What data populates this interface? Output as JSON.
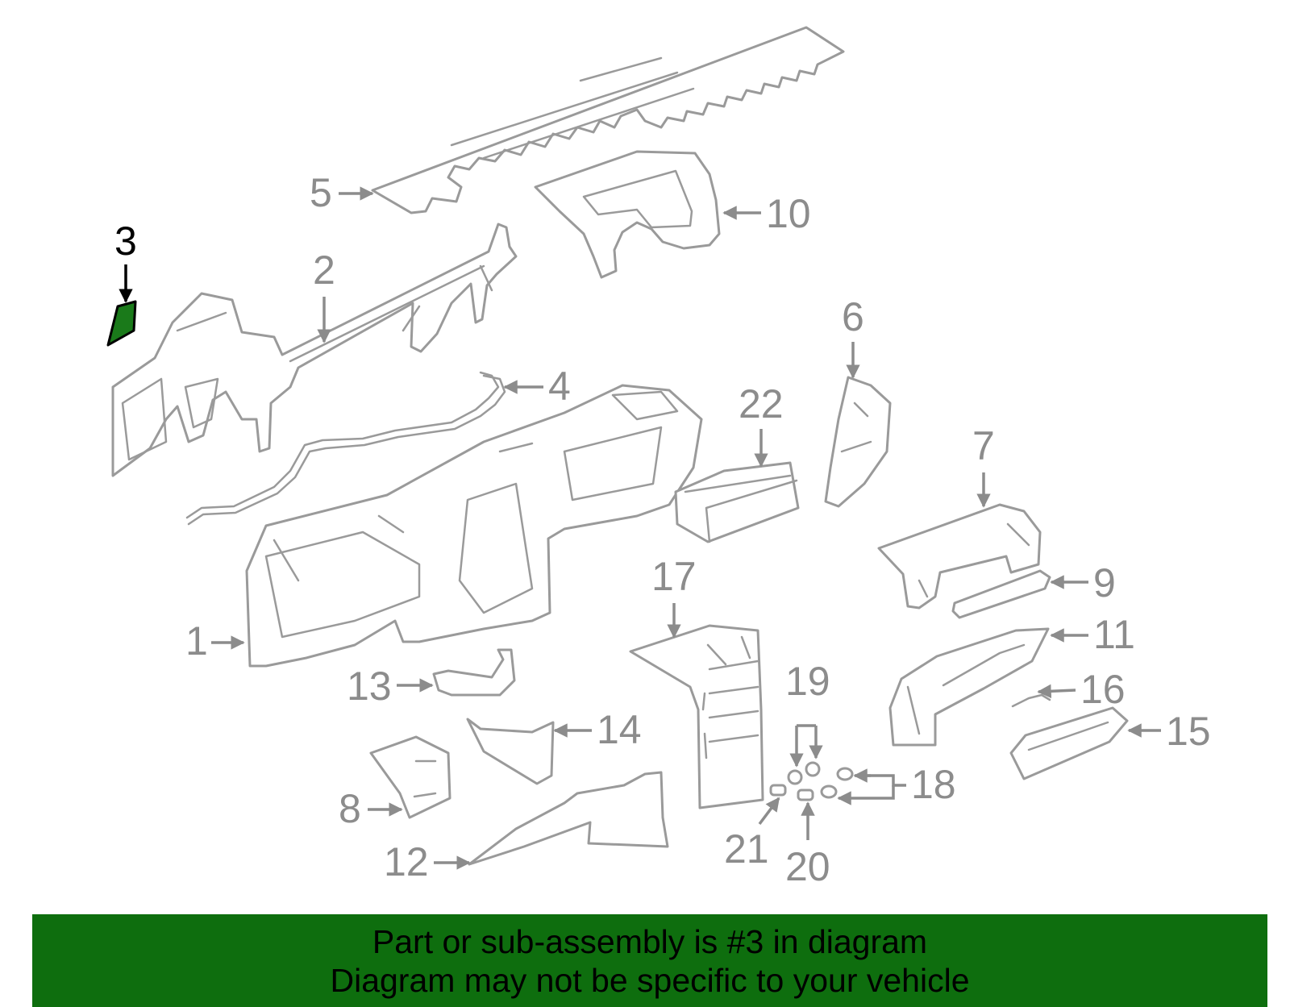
{
  "diagram": {
    "highlighted_part": "3",
    "highlight_color": "#1a7a1a",
    "callout_color": "#8c8c8c",
    "part_stroke_color": "#9a9a9a",
    "callouts": [
      "1",
      "2",
      "3",
      "4",
      "5",
      "6",
      "7",
      "8",
      "9",
      "10",
      "11",
      "12",
      "13",
      "14",
      "15",
      "16",
      "17",
      "18",
      "19",
      "20",
      "21",
      "22"
    ]
  },
  "banner": {
    "background_color": "#0e6e0e",
    "line1": "Part or sub-assembly is #3 in diagram",
    "line2": "Diagram may not be specific to your vehicle"
  }
}
